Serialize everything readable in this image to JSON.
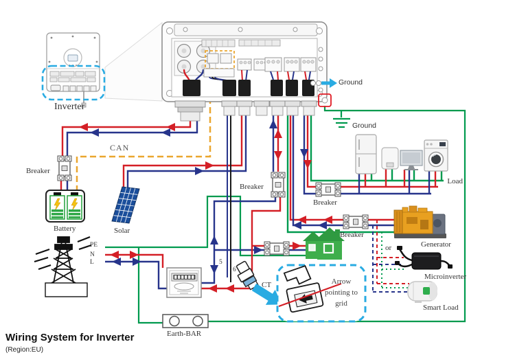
{
  "title": {
    "main": "Wiring System for Inverter",
    "region": "(Region:EU)"
  },
  "labels": {
    "inverter": "Inverter",
    "can": "CAN",
    "breaker_battery": "Breaker",
    "breaker_center": "Breaker",
    "breaker_load": "Breaker",
    "breaker_generator": "Breaker",
    "battery": "Battery",
    "solar": "Solar",
    "pe": "PE",
    "n": "N",
    "l": "L",
    "ground_terminal": "Ground",
    "ground_earth": "Ground",
    "load": "Load",
    "generator": "Generator",
    "or": "or",
    "microinverter": "Microinverter",
    "smart_load": "Smart Load",
    "ct": "CT",
    "ct_wire_5": "5",
    "ct_wire_6": "6",
    "ct_note": "Arrow pointing to grid",
    "earth_bar": "Earth-BAR"
  },
  "colors": {
    "wire_red": "#d41f26",
    "wire_blue": "#27348b",
    "wire_green": "#009a4e",
    "can_orange": "#eaa62f",
    "highlight_cyan": "#29abe2",
    "battery_green": "#2fa746",
    "solar_blue": "#1b4e9b",
    "house_green": "#3fae4c"
  }
}
